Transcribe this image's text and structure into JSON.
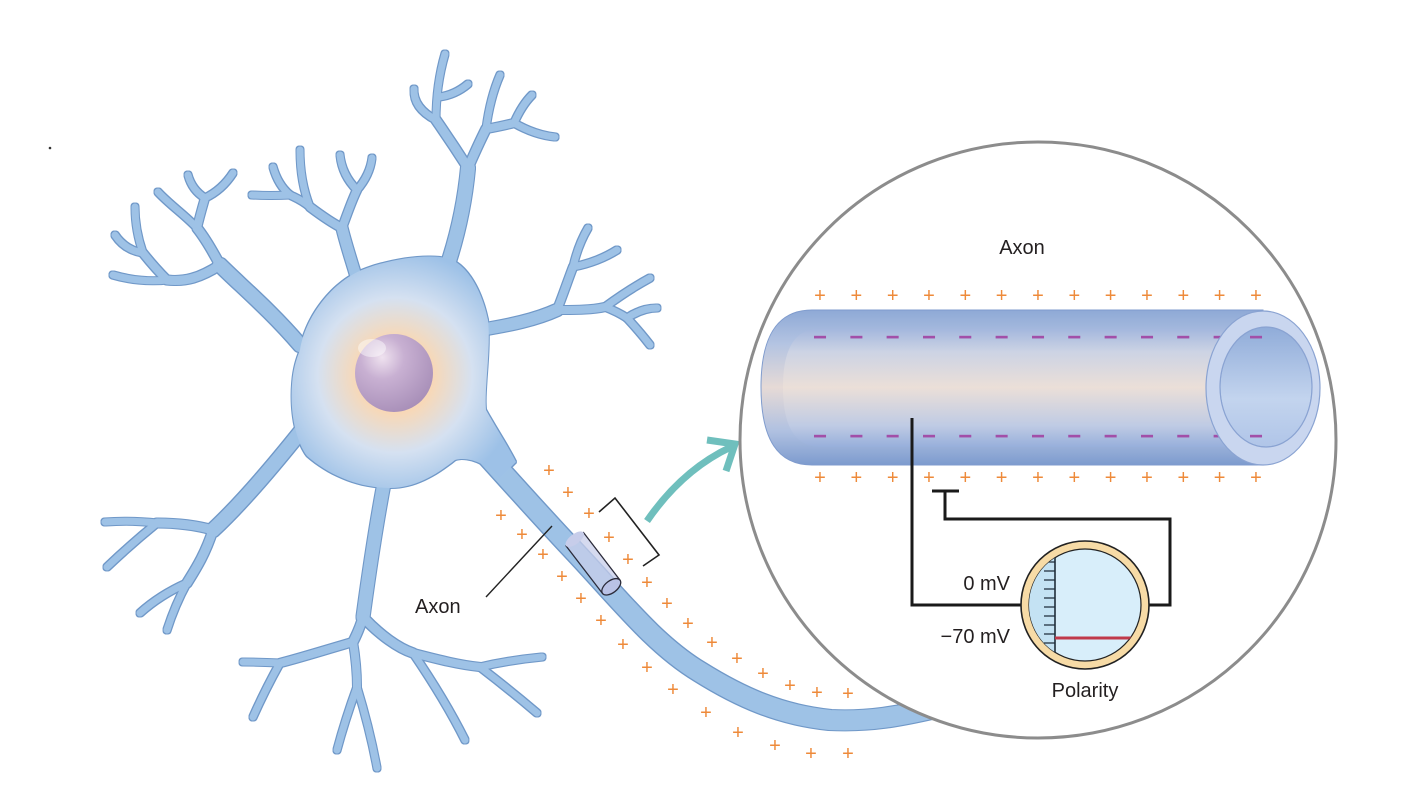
{
  "figure": {
    "labels": {
      "axon_zoom": "Axon",
      "axon_main": "Axon",
      "zero_mv": "0 mV",
      "minus70_mv": "−70 mV",
      "polarity": "Polarity"
    },
    "charges": {
      "outside_symbol": "+",
      "inside_symbol": "−"
    },
    "voltmeter": {
      "scale_top_mv": 0,
      "scale_bottom_mv": -70,
      "reading_mv": -70,
      "unit": "mV"
    },
    "colors": {
      "neuron": "#9ec2e6",
      "neuron_outline": "#6f98c8",
      "positive_charge": "#ee8a3a",
      "negative_charge": "#a24fa8",
      "arrow": "#6fbfbd",
      "reading_line": "#c0394a",
      "magnifier_border": "#8c8c8c",
      "meter_ring": "#f7dba6",
      "meter_face": "#d8eefa"
    }
  }
}
